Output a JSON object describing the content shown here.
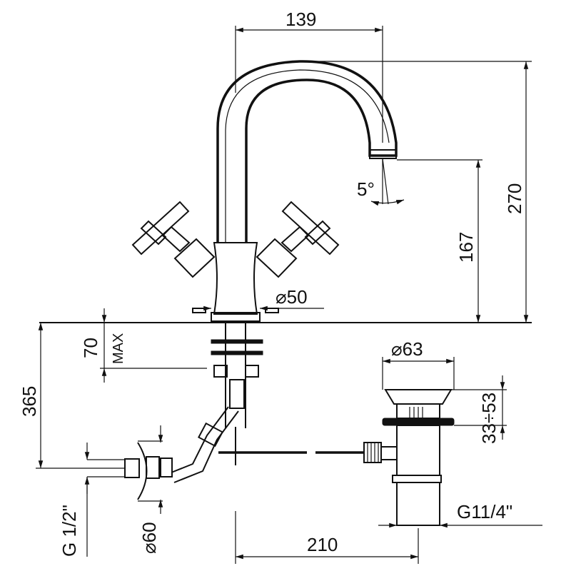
{
  "dimensions": {
    "spout_reach": "139",
    "total_height": "270",
    "spout_height": "167",
    "spout_angle": "5°",
    "base_diameter": "⌀50",
    "max_deck": "70",
    "max_label": "MAX",
    "under_deck": "365",
    "waste_diameter": "⌀63",
    "waste_range": "33÷53",
    "waste_thread": "G11/4\"",
    "waste_offset": "210",
    "inlet_thread": "G 1/2\"",
    "inlet_flange": "⌀60"
  },
  "colors": {
    "ink": "#111111",
    "background": "#ffffff"
  }
}
